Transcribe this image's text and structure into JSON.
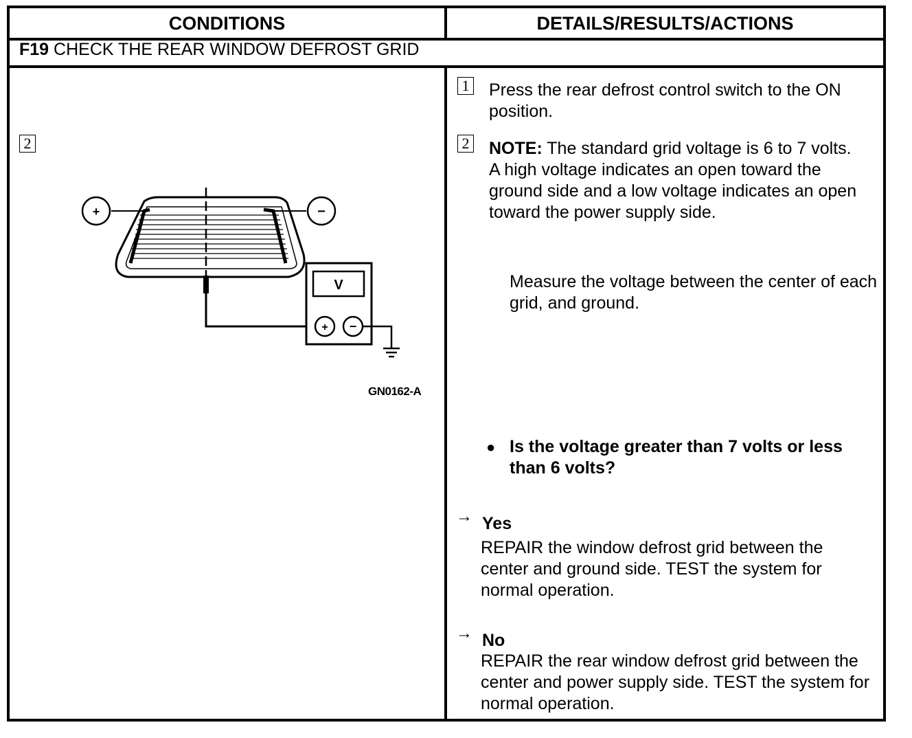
{
  "header": {
    "conditions": "CONDITIONS",
    "details": "DETAILS/RESULTS/ACTIONS"
  },
  "test": {
    "code": "F19",
    "title": "CHECK THE REAR WINDOW DEFROST GRID"
  },
  "conditions": {
    "step_marker": "2",
    "figure_caption": "GN0162-A",
    "figure": {
      "positive_label": "+",
      "negative_label": "−",
      "meter_label": "V",
      "meter_pos": "+",
      "meter_neg": "−"
    }
  },
  "steps": [
    {
      "number": "1",
      "text": "Press the rear defrost control switch to the ON position."
    },
    {
      "number": "2",
      "note_label": "NOTE:",
      "note_text": "The standard grid voltage is 6 to 7 volts. A high voltage indicates an open toward the ground side and a low voltage indicates an open toward the power supply side."
    }
  ],
  "measure_text": "Measure the voltage between the center of each grid, and ground.",
  "question": "Is the voltage greater than 7 volts or less than 6 volts?",
  "results": [
    {
      "label": "Yes",
      "text": "REPAIR the window defrost grid between the center and ground side. TEST the system for normal operation."
    },
    {
      "label": "No",
      "text": "REPAIR the rear window defrost grid between the center and power supply side. TEST the system for normal operation."
    }
  ]
}
